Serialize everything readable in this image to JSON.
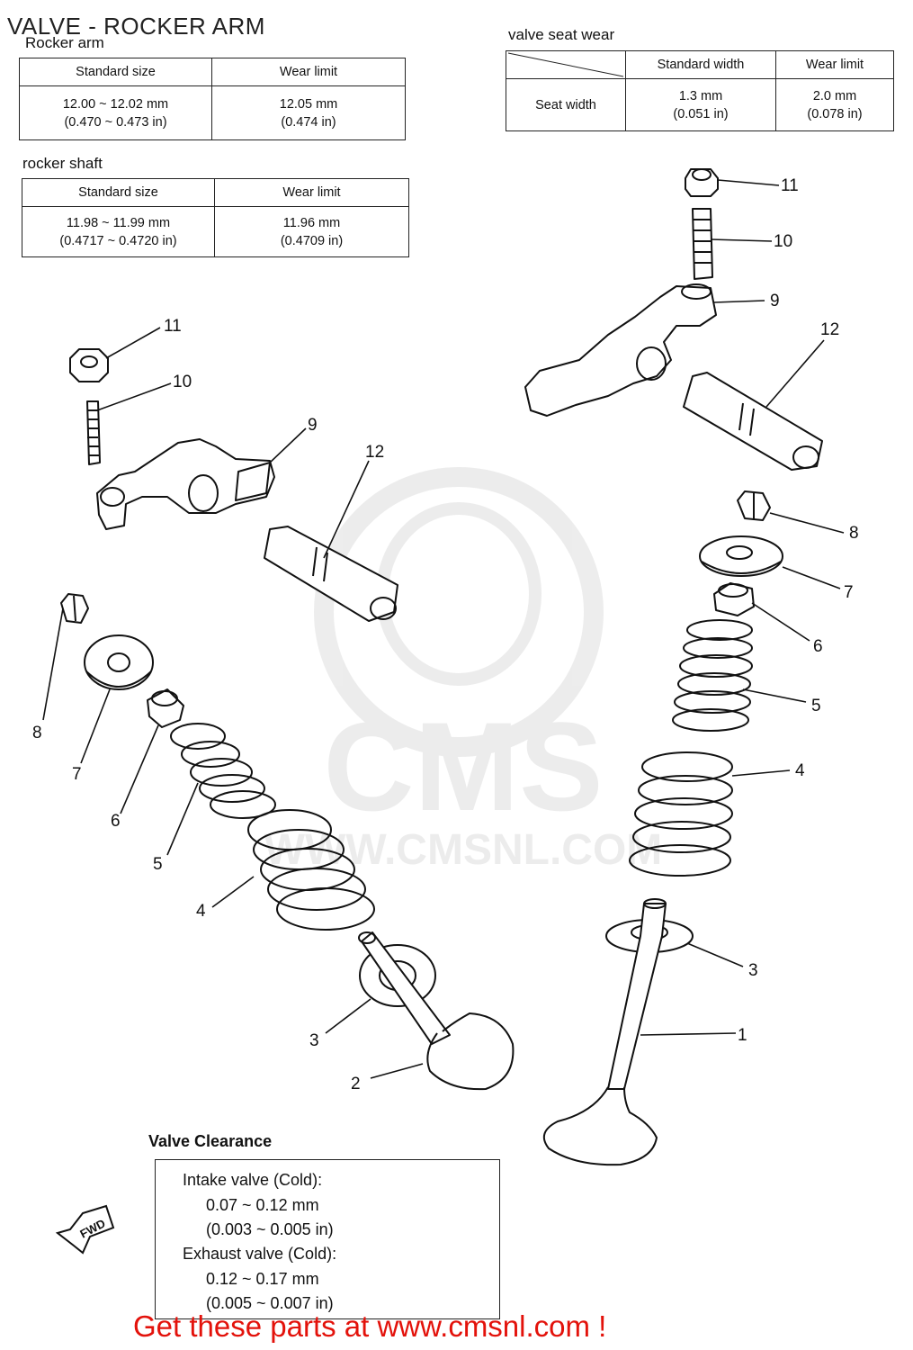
{
  "title": "VALVE - ROCKER ARM",
  "rocker_arm": {
    "label": "Rocker arm",
    "headers": [
      "Standard size",
      "Wear limit"
    ],
    "standard": [
      "12.00 ~ 12.02 mm",
      "(0.470 ~ 0.473 in)"
    ],
    "wear": [
      "12.05 mm",
      "(0.474 in)"
    ]
  },
  "rocker_shaft": {
    "label": "rocker shaft",
    "headers": [
      "Standard size",
      "Wear limit"
    ],
    "standard": [
      "11.98 ~ 11.99 mm",
      "(0.4717 ~ 0.4720 in)"
    ],
    "wear": [
      "11.96 mm",
      "(0.4709 in)"
    ]
  },
  "valve_seat": {
    "label": "valve seat wear",
    "headers": [
      "Standard width",
      "Wear limit"
    ],
    "row_label": "Seat width",
    "standard": [
      "1.3 mm",
      "(0.051 in)"
    ],
    "wear": [
      "2.0 mm",
      "(0.078 in)"
    ]
  },
  "valve_clearance": {
    "title": "Valve Clearance",
    "intake_label": "Intake valve (Cold):",
    "intake_mm": "0.07 ~ 0.12 mm",
    "intake_in": "(0.003 ~ 0.005 in)",
    "exhaust_label": "Exhaust valve (Cold):",
    "exhaust_mm": "0.12 ~ 0.17 mm",
    "exhaust_in": "(0.005 ~ 0.007 in)"
  },
  "fwd_label": "FWD",
  "watermark": {
    "brand": "CMS",
    "url": "WWW.CMSNL.COM"
  },
  "callouts": [
    "1",
    "2",
    "3",
    "3",
    "4",
    "4",
    "5",
    "5",
    "6",
    "6",
    "7",
    "7",
    "8",
    "8",
    "9",
    "9",
    "10",
    "10",
    "11",
    "11",
    "12",
    "12"
  ],
  "footer": "Get these parts at www.cmsnl.com !"
}
